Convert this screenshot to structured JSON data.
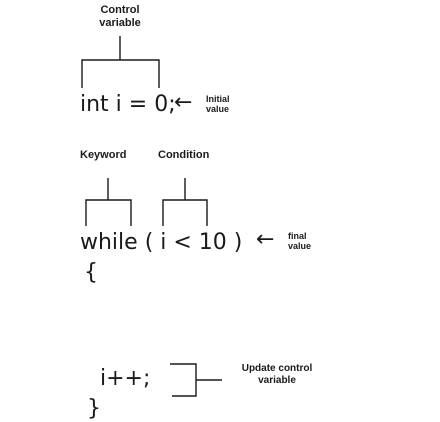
{
  "annotations": {
    "control_variable": [
      "Control",
      "variable"
    ],
    "initial_value": [
      "Initial",
      "value"
    ],
    "keyword": "Keyword",
    "condition": "Condition",
    "final_value": [
      "final",
      "value"
    ],
    "update_control": [
      "Update control",
      "variable"
    ]
  },
  "code": {
    "init": "int i = 0;",
    "while_line": "while ( i < 10 )",
    "open_brace": "{",
    "increment": "i++;",
    "close_brace": "}"
  },
  "arrow": "←",
  "colors": {
    "ink": "#1a1a1a",
    "background": "#ffffff"
  }
}
